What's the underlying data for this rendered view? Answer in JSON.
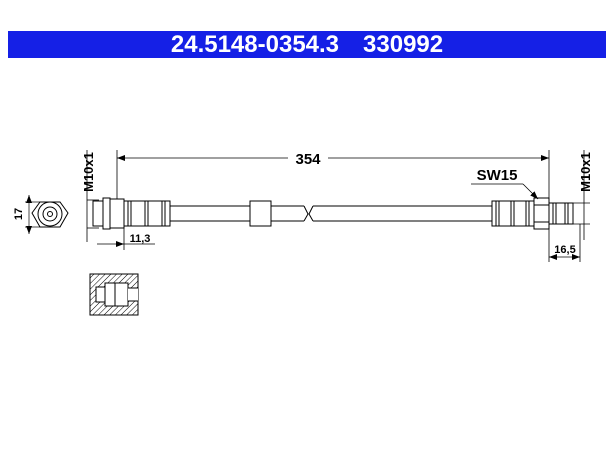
{
  "header": {
    "part_number": "24.5148-0354.3",
    "ref_number": "330992"
  },
  "dimensions": {
    "overall_length": "354",
    "left_thread": "M10x1",
    "right_thread": "M10x1",
    "wrench_size": "SW15",
    "left_fitting_length": "11,3",
    "right_fitting_length": "16,5",
    "end_diameter": "17"
  },
  "colors": {
    "title_bar": "#1520e6",
    "line": "#000000"
  }
}
